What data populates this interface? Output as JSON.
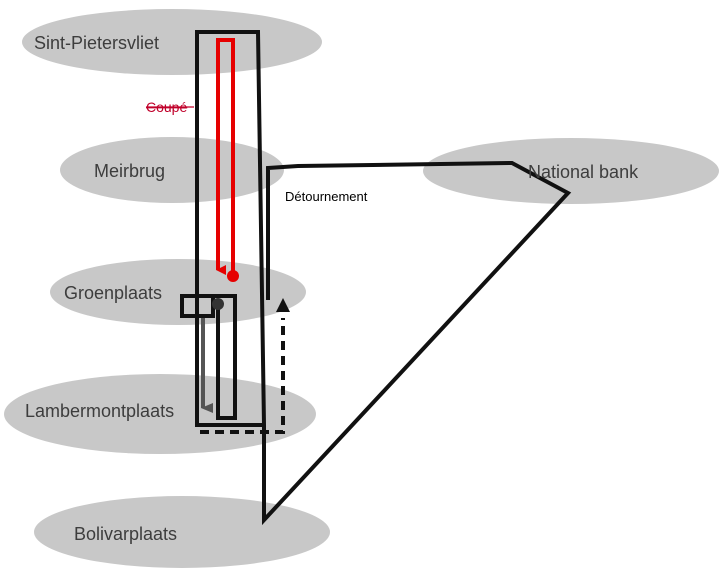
{
  "stops": {
    "sint_pietersvliet": "Sint-Pietersvliet",
    "meirbrug": "Meirbrug",
    "national_bank": "National bank",
    "groenplaats": "Groenplaats",
    "lambermontplaats": "Lambermontplaats",
    "bolivarplaats": "Bolivarplaats"
  },
  "annotations": {
    "cut": "Coupé",
    "detour": "Détournement"
  },
  "colors": {
    "stop_fill": "#c8c8c8",
    "route_line": "#111111",
    "cut_line": "#e60000",
    "cut_text": "#c0002a"
  }
}
